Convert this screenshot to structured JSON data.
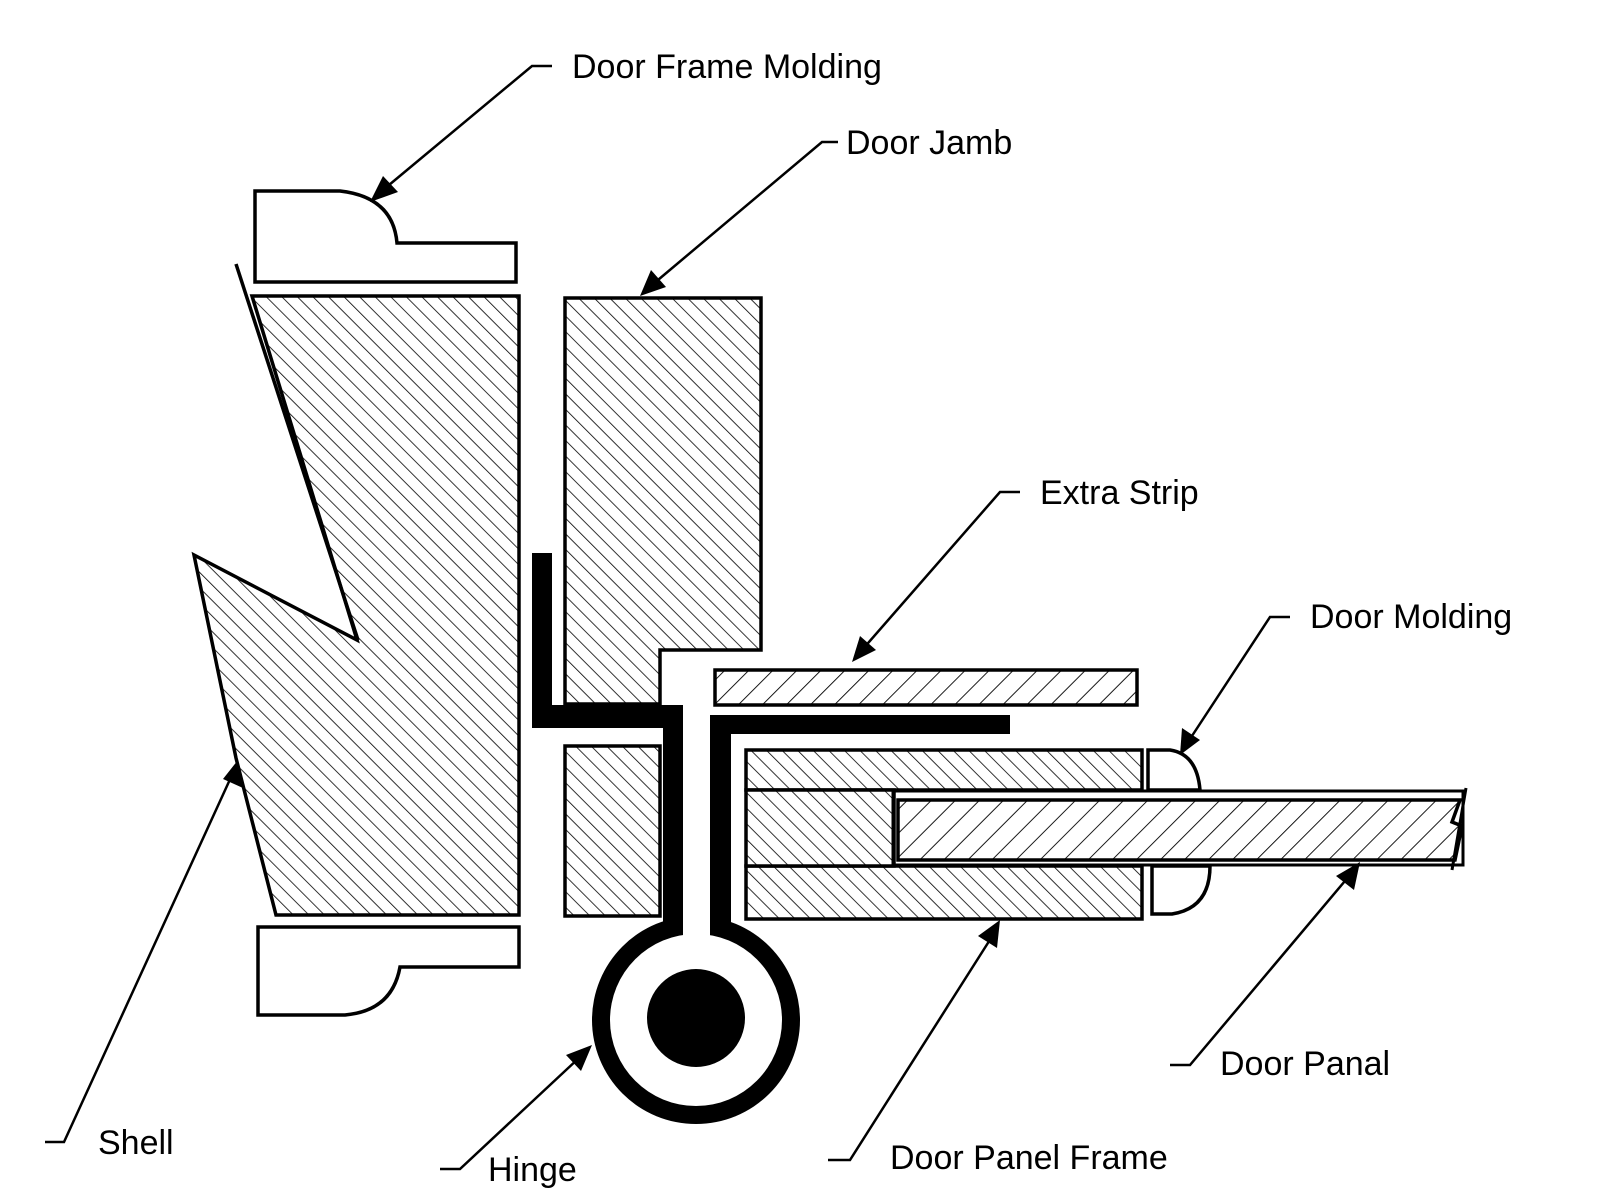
{
  "diagram": {
    "labels": {
      "door_frame_molding": "Door Frame Molding",
      "door_jamb": "Door Jamb",
      "extra_strip": "Extra Strip",
      "door_molding": "Door Molding",
      "shell": "Shell",
      "hinge": "Hinge",
      "door_panel_frame": "Door Panel Frame",
      "door_panel": "Door Panal"
    },
    "colors": {
      "ink": "#000000",
      "paper": "#ffffff"
    }
  }
}
